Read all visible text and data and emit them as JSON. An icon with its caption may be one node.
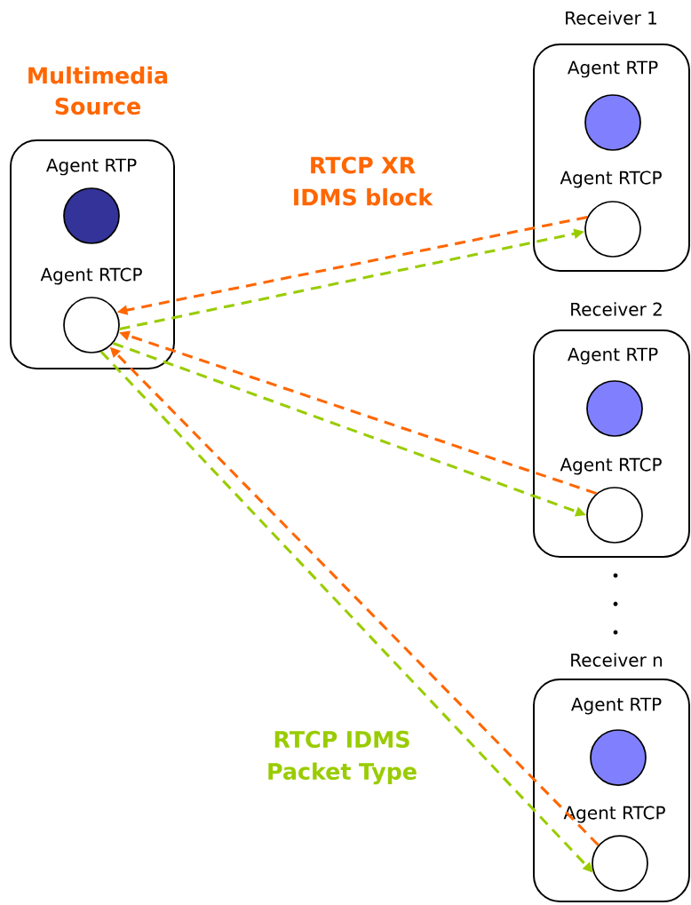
{
  "diagram": {
    "nodes": [
      {
        "text": [
          "Multimedia Source",
          "Agent RTP",
          "Agent RTCP"
        ]
      },
      {
        "text": [],
        "shape": "circle",
        "in": 0
      },
      {
        "text": [],
        "shape": "circle",
        "in": 0
      },
      {
        "text": [
          "Receiver 1",
          "Agent RTP",
          "Agent RTCP"
        ]
      },
      {
        "text": [],
        "shape": "circle",
        "in": 3
      },
      {
        "text": [],
        "shape": "circle",
        "in": 3
      },
      {
        "text": [
          "Receiver 2",
          "Agent RTP",
          "Agent RTCP"
        ]
      },
      {
        "text": [],
        "shape": "circle",
        "in": 6
      },
      {
        "text": [],
        "shape": "circle",
        "in": 6
      },
      {
        "text": [
          "Receiver n",
          "Agent RTP",
          "Agent RTCP"
        ]
      },
      {
        "text": [],
        "shape": "circle",
        "in": 9
      },
      {
        "text": [],
        "shape": "circle",
        "in": 9
      }
    ],
    "edges": [
      {
        "from": 5,
        "to": 2,
        "arrow": "to",
        "style": "dashed",
        "color": "#ff6600"
      },
      {
        "from": 2,
        "to": 5,
        "arrow": "to",
        "style": "dashed",
        "color": "#99cc00"
      },
      {
        "from": 8,
        "to": 2,
        "arrow": "to",
        "style": "dashed",
        "color": "#ff6600"
      },
      {
        "from": 2,
        "to": 8,
        "arrow": "to",
        "style": "dashed",
        "color": "#99cc00"
      },
      {
        "from": 11,
        "to": 2,
        "arrow": "to",
        "style": "dashed",
        "color": "#ff6600"
      },
      {
        "from": 2,
        "to": 11,
        "arrow": "to",
        "style": "dashed",
        "color": "#99cc00"
      }
    ],
    "labels": [
      "RTCP XR IDMS block",
      "RTCP IDMS Packet Type"
    ]
  }
}
